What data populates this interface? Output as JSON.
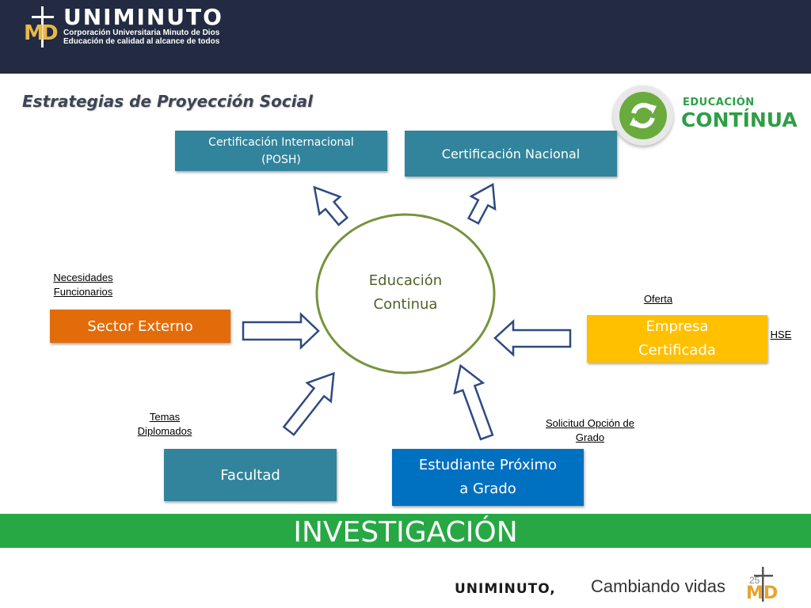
{
  "header": {
    "brand_name": "UNIMINUTO",
    "subtitle_1": "Corporación Universitaria Minuto de Dios",
    "subtitle_2": "Educación de calidad al alcance de todos",
    "logo_text": "MD"
  },
  "slide": {
    "title": "Estrategias de Proyección Social"
  },
  "edu_logo": {
    "line1": "EDUCACIÓN",
    "line2": "CONTÍNUA",
    "icon": "refresh-icon"
  },
  "boxes": {
    "cert_internacional": "Certificación Internacional\n(POSH)",
    "cert_nacional": "Certificación  Nacional",
    "sector_externo": "Sector Externo",
    "empresa_certificada": "Empresa\nCertificada",
    "facultad": "Facultad",
    "estudiante": "Estudiante Próximo\na Grado"
  },
  "center": {
    "label": "Educación\nContinua"
  },
  "notes": {
    "necesidades": "Necesidades",
    "funcionarios": "Funcionarios",
    "oferta": "Oferta",
    "hse": "HSE",
    "temas": "Temas",
    "diplomados": "Diplomados",
    "solicitud": "Solicitud",
    "opcion_de": "Opción de",
    "grado": "Grado"
  },
  "banner": {
    "text": "INVESTIGACIÓN"
  },
  "footer": {
    "brand": "UNIMINUTO,",
    "slogan": "Cambiando vidas",
    "page_number": "25",
    "logo_text": "MD"
  },
  "colors": {
    "header_bg": "#232b42",
    "teal": "#31849b",
    "orange": "#e36c0a",
    "yellow": "#ffc000",
    "blue": "#0070c0",
    "green_banner": "#27a844",
    "circle_stroke": "#77933c",
    "arrow_stroke": "#2e4a80"
  }
}
